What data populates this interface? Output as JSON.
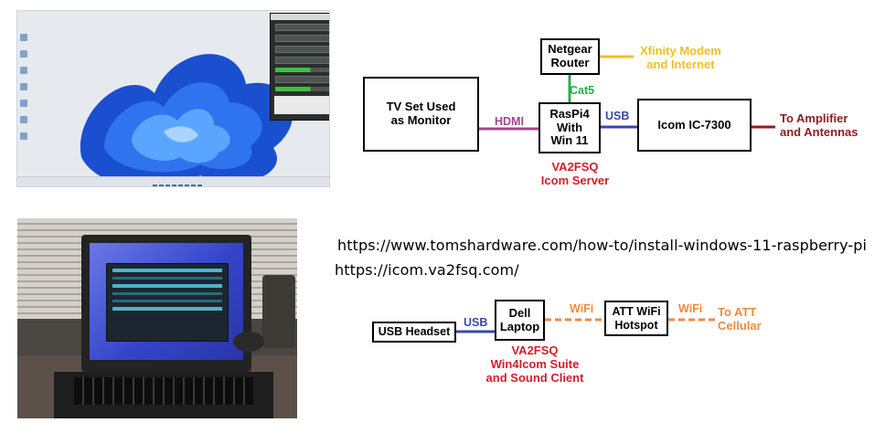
{
  "colors": {
    "hdmi": "#a0458f",
    "usb": "#3848a8",
    "cat5": "#2fa84f",
    "internet": "#f0c020",
    "antenna": "#8e1e22",
    "wifi": "#f08a3c",
    "caption_red": "#d0202a"
  },
  "diagram1": {
    "tv_box": "TV Set Used\nas Monitor",
    "netgear_box": "Netgear\nRouter",
    "raspi_box": "RasPi4\nWith\nWin 11",
    "icom_box": "Icom IC-7300",
    "hdmi_label": "HDMI",
    "cat5_label": "Cat5",
    "usb_label": "USB",
    "xfinity_label": "Xfinity Modem\nand Internet",
    "amp_label": "To Amplifier\nand Antennas",
    "server_caption": "VA2FSQ\nIcom Server"
  },
  "urls": {
    "tomshardware": "https://www.tomshardware.com/how-to/install-windows-11-raspberry-pi",
    "icom": "https://icom.va2fsq.com/"
  },
  "diagram2": {
    "headset_box": "USB Headset",
    "laptop_box": "Dell\nLaptop",
    "hotspot_box": "ATT WiFi\nHotspot",
    "usb_label": "USB",
    "wifi_label_1": "WiFi",
    "wifi_label_2": "WiFi",
    "att_label": "To ATT\nCellular",
    "client_caption": "VA2FSQ\nWin4Icom Suite\nand Sound Client"
  }
}
